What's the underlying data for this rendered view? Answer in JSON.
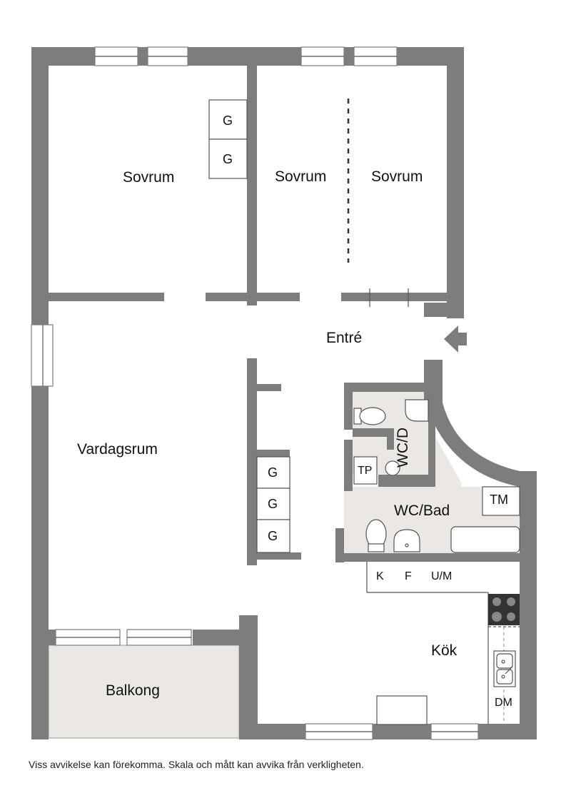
{
  "rooms": {
    "bedroom_1": "Sovrum",
    "bedroom_2": "Sovrum",
    "bedroom_3": "Sovrum",
    "entrance": "Entré",
    "living_room": "Vardagsrum",
    "wc_shower": "WC/D",
    "wc_bath": "WC/Bad",
    "kitchen": "Kök",
    "balcony": "Balkong"
  },
  "fixtures": {
    "wardrobe": "G",
    "tp": "TP",
    "tm": "TM",
    "fridge": "K",
    "freezer": "F",
    "microwave_oven": "U/M",
    "dishwasher": "DM"
  },
  "disclaimer": "Viss avvikelse kan förekomma. Skala och mått kan avvika från verkligheten.",
  "colors": {
    "wall": "#7d7d7d",
    "wet_room_floor": "#ebe8e3",
    "balcony_floor": "#ebe8e3"
  },
  "icons": {
    "entrance": "arrow-left-icon",
    "stove": "stove-burners-icon",
    "sink": "sink-icon",
    "toilet": "toilet-icon"
  }
}
